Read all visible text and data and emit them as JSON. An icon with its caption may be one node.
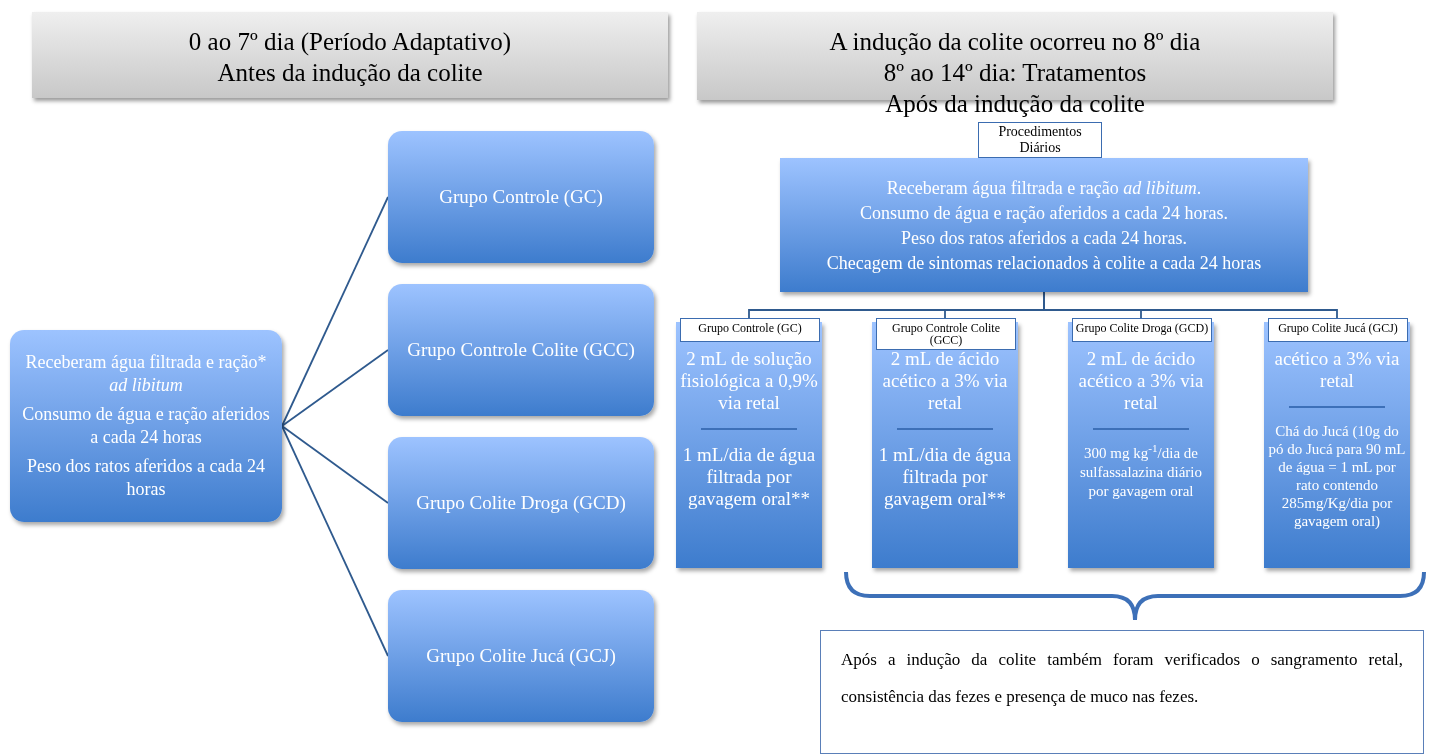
{
  "diagram": {
    "nodes": [
      {
        "text": [
          "0 ao 7º dia (Período Adaptativo)",
          "Antes da indução da colite"
        ]
      },
      {
        "text": [
          "A indução da colite ocorreu no 8º dia",
          "8º ao 14º dia: Tratamentos",
          "Após da indução da colite"
        ]
      },
      {
        "text": [
          "Receberam água filtrada e ração* *ad libitum*",
          "Consumo de água e ração aferidos a cada 24 horas",
          "Peso dos ratos aferidos a cada 24 horas"
        ]
      },
      {
        "text": [
          "Grupo Controle (GC)"
        ]
      },
      {
        "text": [
          "Grupo Controle Colite (GCC)"
        ]
      },
      {
        "text": [
          "Grupo Colite Droga (GCD)"
        ]
      },
      {
        "text": [
          "Grupo Colite Jucá (GCJ)"
        ]
      },
      {
        "text": [
          "Procedimentos Diários",
          "Receberam água filtrada e ração *ad libitum*.",
          "Consumo de água e ração aferidos a cada 24 horas.",
          "Peso dos ratos aferidos a cada 24 horas.",
          "Checagem de sintomas relacionados à colite a cada 24 horas"
        ]
      },
      {
        "text": [
          "Grupo Controle (GC)",
          "2 mL de solução fisiológica a 0,9% via retal",
          "1 mL/dia de água filtrada por gavagem oral**"
        ]
      },
      {
        "text": [
          "Grupo Controle Colite (GCC)",
          "2 mL de ácido acético a 3% via retal",
          "1 mL/dia de água filtrada por gavagem oral**"
        ]
      },
      {
        "text": [
          "Grupo Colite Droga (GCD)",
          "2 mL de ácido acético a 3% via retal",
          "300 mg kg$^{-1}$/dia de sulfassalazina diário por gavagem oral"
        ]
      },
      {
        "text": [
          "Grupo Colite Jucá (GCJ)",
          "acético a 3% via retal",
          "Chá do Jucá (10g do pó do Jucá para 90 mL de água = 1 mL por rato contendo 285mg/Kg/dia por gavagem oral)"
        ]
      },
      {
        "text": [
          "Após a indução da colite também foram verificados o sangramento retal, consistência das fezes e presença de muco nas fezes."
        ]
      }
    ],
    "edges": [
      {
        "from": 2,
        "to": 3,
        "arrow": "none"
      },
      {
        "from": 2,
        "to": 4,
        "arrow": "none"
      },
      {
        "from": 2,
        "to": 5,
        "arrow": "none"
      },
      {
        "from": 2,
        "to": 6,
        "arrow": "none"
      },
      {
        "from": 7,
        "to": 8,
        "arrow": "none"
      },
      {
        "from": 7,
        "to": 9,
        "arrow": "none"
      },
      {
        "from": 7,
        "to": 10,
        "arrow": "none"
      },
      {
        "from": 7,
        "to": 11,
        "arrow": "none"
      }
    ]
  }
}
